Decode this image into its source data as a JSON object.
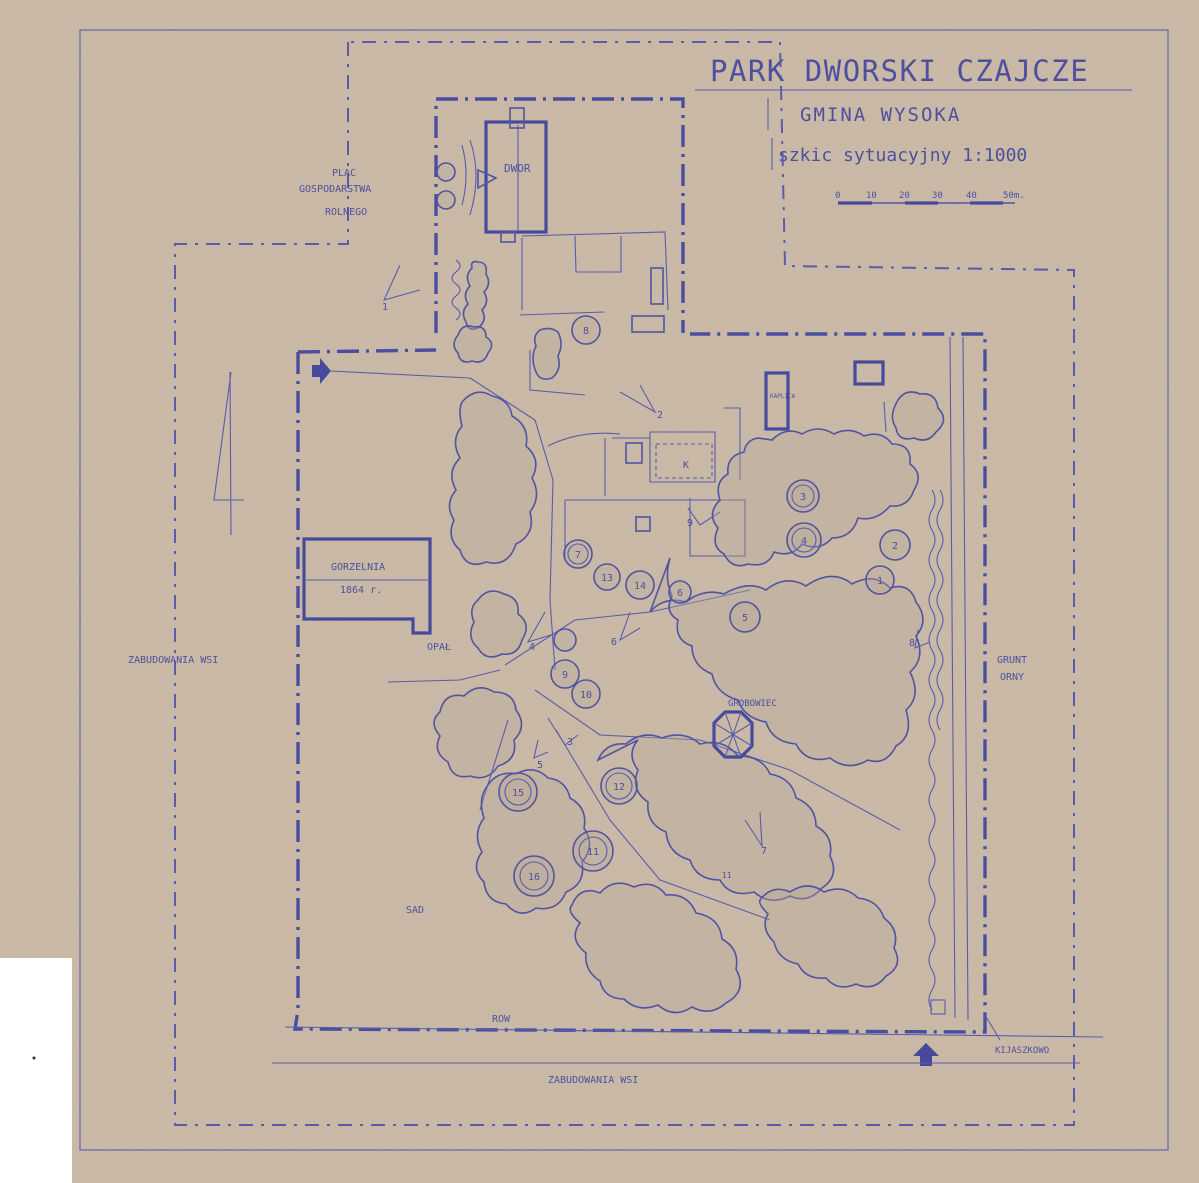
{
  "title": {
    "main": "PARK DWORSKI CZAJCZE",
    "gmina": "GMINA WYSOKA",
    "sketch": "szkic sytuacyjny 1:1000"
  },
  "scale_bar": {
    "ticks": [
      "0",
      "10",
      "20",
      "30",
      "40",
      "50m."
    ]
  },
  "labels": {
    "plac_1": "PLAC",
    "plac_2": "GOSPODARSTWA",
    "plac_3": "ROLNEGO",
    "dwor": "DWOR",
    "gorzelnia": "GORZELNIA",
    "gorzelnia_year": "1864 r.",
    "opal": "OPAŁ",
    "zabudowania_west": "ZABUDOWANIA WSI",
    "zabudowania_south": "ZABUDOWANIA WSI",
    "grunt_1": "GRUNT",
    "grunt_2": "ORNY",
    "grobowiec": "GROBOWIEC",
    "sad": "SAD",
    "row": "ROW",
    "kijaszkowo": "KIJASZKOWO",
    "kaplica": "KAPLICA"
  },
  "viewpoints": [
    "1",
    "2",
    "3",
    "4",
    "5",
    "6",
    "7",
    "8",
    "9"
  ],
  "trees": [
    "1",
    "2",
    "3",
    "4",
    "5",
    "6",
    "7",
    "8",
    "9",
    "10",
    "11",
    "12",
    "13",
    "14",
    "15",
    "16"
  ],
  "colors": {
    "paper": "#c9b9a5",
    "ink": "#5254a3",
    "margin": "#ffffff"
  }
}
